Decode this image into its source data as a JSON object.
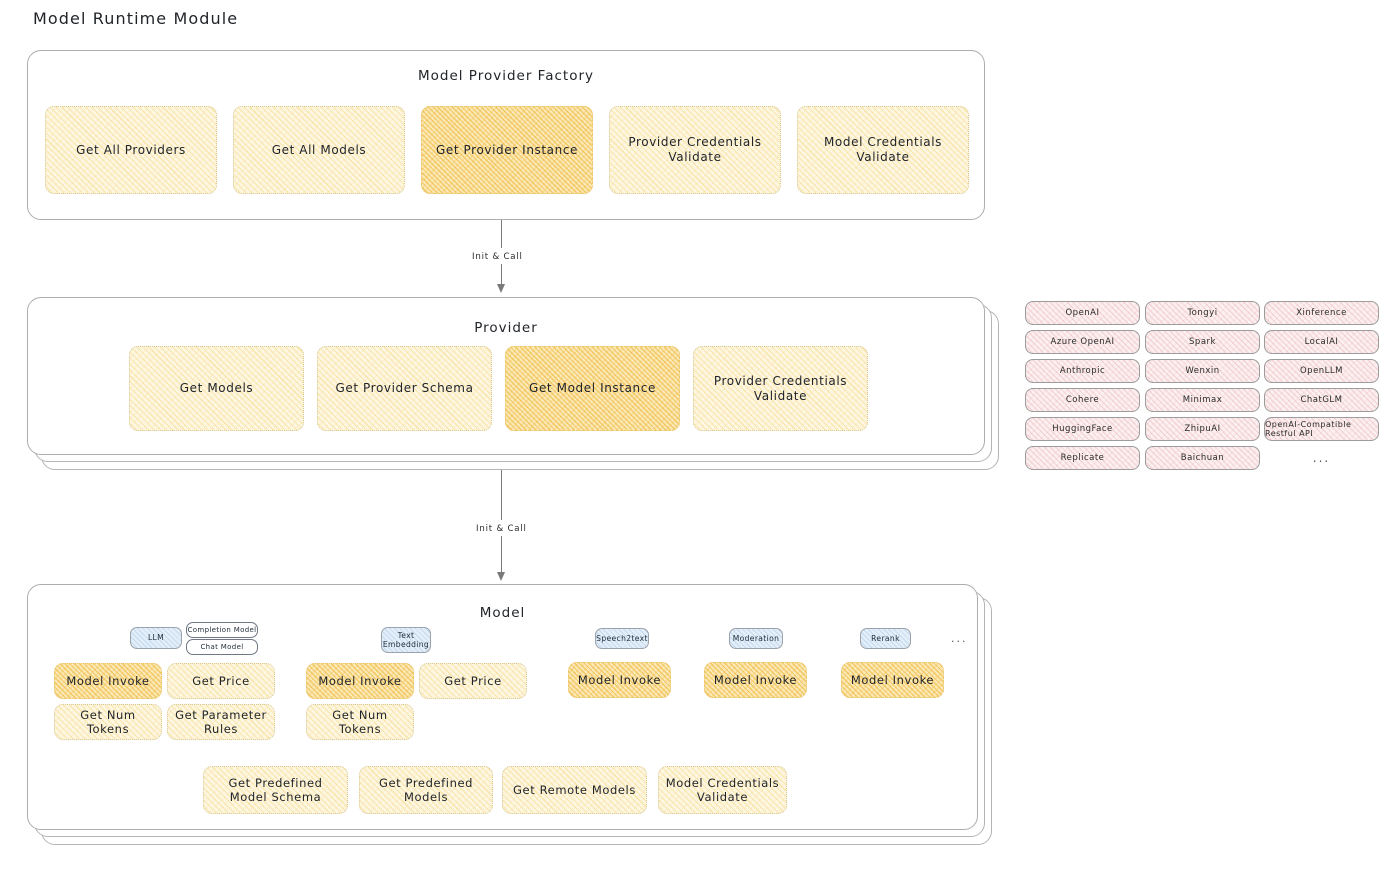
{
  "page_title": "Model Runtime Module",
  "sections": [
    {
      "id": "model-provider-factory",
      "title": "Model Provider Factory",
      "nodes": [
        {
          "label": "Get All Providers",
          "highlight": false
        },
        {
          "label": "Get All Models",
          "highlight": false
        },
        {
          "label": "Get Provider Instance",
          "highlight": true
        },
        {
          "label": "Provider Credentials Validate",
          "highlight": false
        },
        {
          "label": "Model Credentials Validate",
          "highlight": false
        }
      ]
    },
    {
      "id": "provider",
      "title": "Provider",
      "nodes": [
        {
          "label": "Get Models",
          "highlight": false
        },
        {
          "label": "Get Provider Schema",
          "highlight": false
        },
        {
          "label": "Get Model Instance",
          "highlight": true
        },
        {
          "label": "Provider Credentials Validate",
          "highlight": false
        }
      ]
    },
    {
      "id": "model",
      "title": "Model"
    }
  ],
  "arrows": [
    {
      "label": "Init & Call"
    },
    {
      "label": "Init & Call"
    }
  ],
  "provider_list": {
    "columns": [
      [
        "OpenAI",
        "Azure OpenAI",
        "Anthropic",
        "Cohere",
        "HuggingFace",
        "Replicate"
      ],
      [
        "Tongyi",
        "Spark",
        "Wenxin",
        "Minimax",
        "ZhipuAI",
        "Baichuan"
      ],
      [
        "Xinference",
        "LocalAI",
        "OpenLLM",
        "ChatGLM",
        "OpenAI-Compatible Restful API",
        "..."
      ]
    ]
  },
  "model_groups": [
    {
      "badge": "LLM",
      "sub_badges": [
        "Completion Model",
        "Chat Model"
      ],
      "ops_row1": [
        {
          "label": "Model Invoke",
          "highlight": true
        },
        {
          "label": "Get Price",
          "highlight": false
        }
      ],
      "ops_row2": [
        {
          "label": "Get Num Tokens",
          "highlight": false
        },
        {
          "label": "Get Parameter Rules",
          "highlight": false
        }
      ]
    },
    {
      "badge": "Text Embedding",
      "sub_badges": [],
      "ops_row1": [
        {
          "label": "Model Invoke",
          "highlight": true
        },
        {
          "label": "Get Price",
          "highlight": false
        }
      ],
      "ops_row2": [
        {
          "label": "Get Num Tokens",
          "highlight": false
        }
      ]
    },
    {
      "badge": "Speech2text",
      "sub_badges": [],
      "ops_row1": [
        {
          "label": "Model Invoke",
          "highlight": true
        }
      ],
      "ops_row2": []
    },
    {
      "badge": "Moderation",
      "sub_badges": [],
      "ops_row1": [
        {
          "label": "Model Invoke",
          "highlight": true
        }
      ],
      "ops_row2": []
    },
    {
      "badge": "Rerank",
      "sub_badges": [],
      "ops_row1": [
        {
          "label": "Model Invoke",
          "highlight": true
        }
      ],
      "ops_row2": []
    }
  ],
  "model_more": "...",
  "model_common_ops": [
    {
      "label": "Get Predefined Model Schema"
    },
    {
      "label": "Get Predefined Models"
    },
    {
      "label": "Get Remote Models"
    },
    {
      "label": "Model Credentials Validate"
    }
  ],
  "colors": {
    "node_fill": "#fdf6e0",
    "node_highlight_fill": "#fbe9b8",
    "node_border": "#d8c99a",
    "chip_fill": "#fbeff0",
    "badge_fill": "#e3eef8",
    "container_border": "#adadad",
    "arrow": "#7a7a7a",
    "text": "#1f2328"
  }
}
